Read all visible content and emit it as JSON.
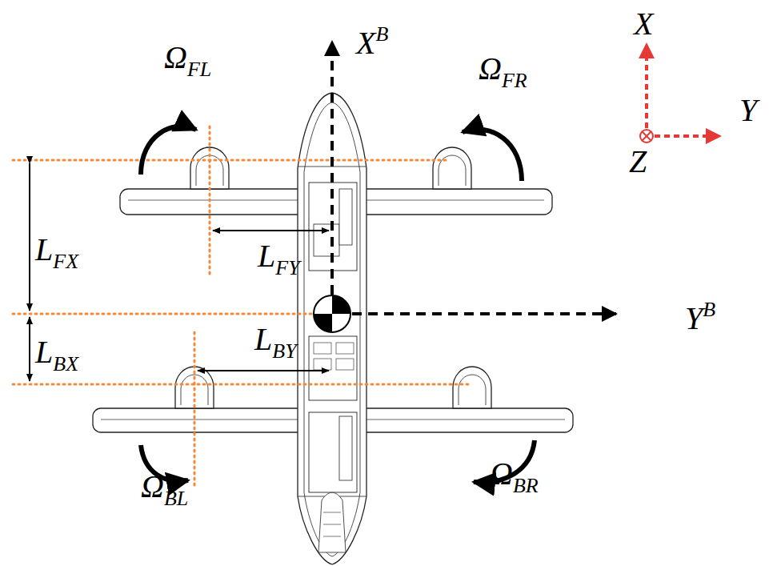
{
  "diagram": {
    "labels": [
      "ΩFL",
      "ΩFR",
      "XB",
      "X",
      "Y",
      "Z",
      "LFX",
      "LFY",
      "LBX",
      "LBY",
      "YB",
      "ΩBL",
      "ΩBR"
    ]
  }
}
